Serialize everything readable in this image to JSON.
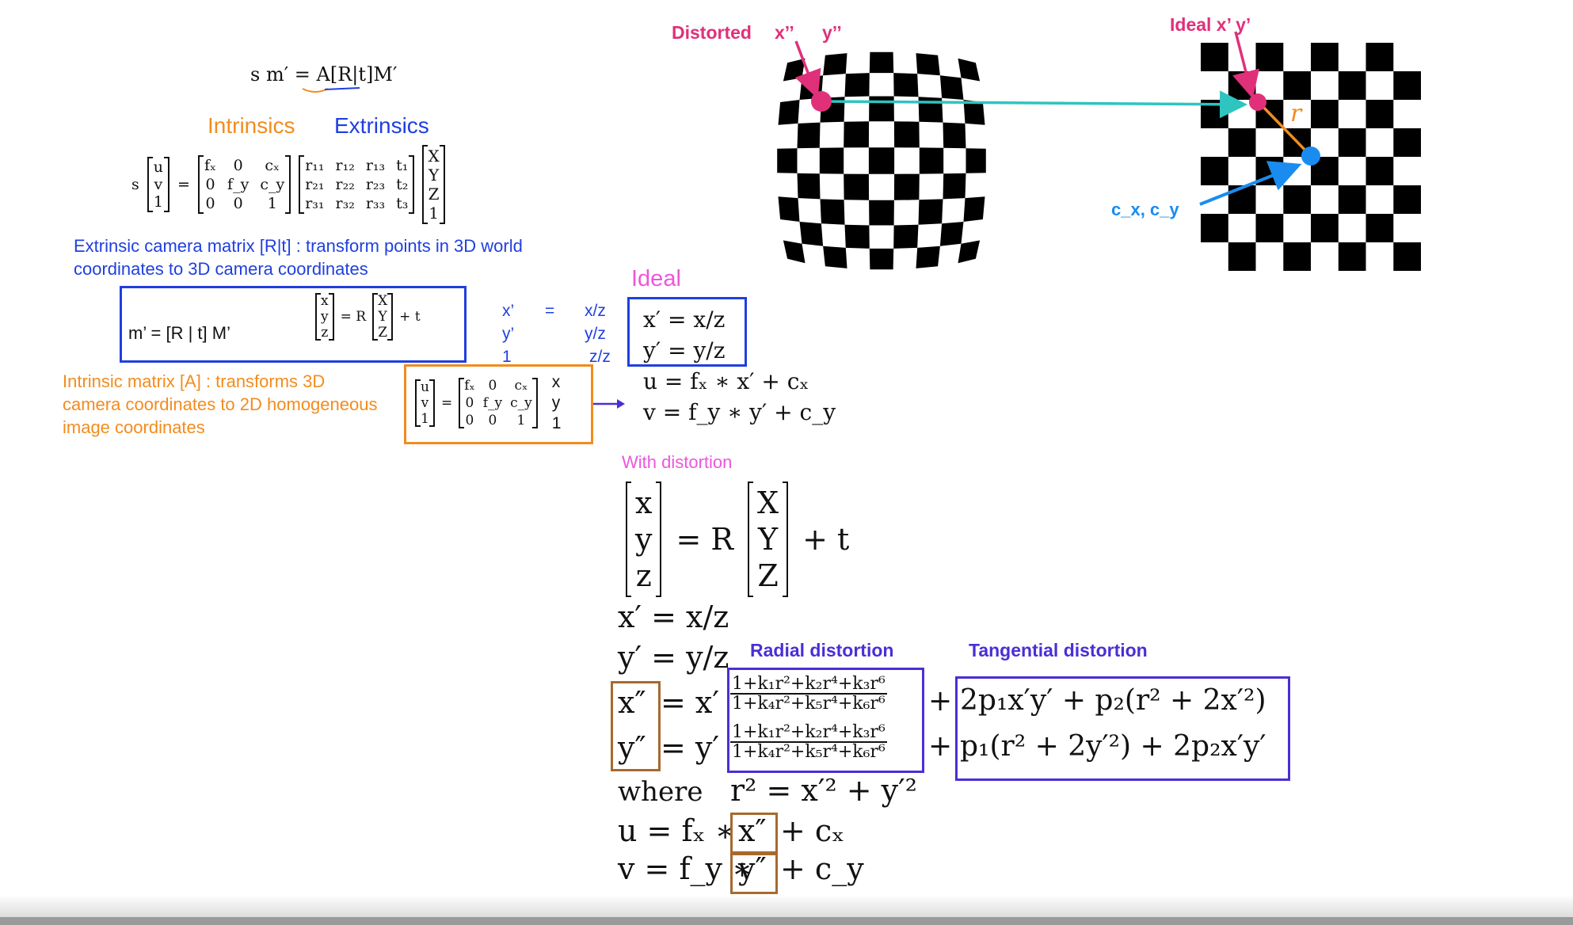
{
  "top_equation": "s m′ = A[R|t]M′",
  "intrinsics_label": "Intrinsics",
  "extrinsics_label": "Extrinsics",
  "eq1": {
    "s": "s",
    "uv1": [
      "u",
      "v",
      "1"
    ],
    "A": [
      "fₓ",
      "0",
      "cₓ",
      "0",
      "f_y",
      "c_y",
      "0",
      "0",
      "1"
    ],
    "Rt": [
      "r₁₁",
      "r₁₂",
      "r₁₃",
      "t₁",
      "r₂₁",
      "r₂₂",
      "r₂₃",
      "t₂",
      "r₃₁",
      "r₃₂",
      "r₃₃",
      "t₃"
    ],
    "XYZ1": [
      "X",
      "Y",
      "Z",
      "1"
    ]
  },
  "extrinsic_desc": "Extrinsic camera matrix [R|t] : transform points in 3D world coordinates to 3D camera coordinates",
  "m_eq": "m’ = [R | t] M’",
  "xyz_eq": {
    "left": [
      "x",
      "y",
      "z"
    ],
    "R": "= R",
    "right": [
      "X",
      "Y",
      "Z"
    ],
    "t": "+ t"
  },
  "div_table": {
    "col1": [
      "x’",
      "y’",
      "1"
    ],
    "eq": "=",
    "col2": [
      "x/z",
      "y/z",
      "z/z"
    ]
  },
  "intrinsic_desc": "Intrinsic matrix [A] : transforms 3D camera coordinates to 2D homogeneous image coordinates",
  "intrinsic_eq": {
    "left": [
      "u",
      "v",
      "1"
    ],
    "A": [
      "fₓ",
      "0",
      "cₓ",
      "0",
      "f_y",
      "c_y",
      "0",
      "0",
      "1"
    ],
    "right": [
      "x",
      "y",
      "1"
    ]
  },
  "ideal_label": "Ideal",
  "ideal_eqs": [
    "x′ = x/z",
    "y′ = y/z",
    "u = fₓ ∗ x′ + cₓ",
    "v = f_y ∗ y′ + c_y"
  ],
  "with_distortion_label": "With distortion",
  "dist": {
    "R_eq": "= R",
    "t": "+ t",
    "left": [
      "x",
      "y",
      "z"
    ],
    "right": [
      "X",
      "Y",
      "Z"
    ],
    "xprime": "x′ = x/z",
    "yprime": "y′ = y/z",
    "xdd": "x″",
    "ydd": "y″",
    "eq_x": "= x′",
    "eq_y": "= y′",
    "radial_num": "1+k₁r²+k₂r⁴+k₃r⁶",
    "radial_den": "1+k₄r²+k₅r⁴+k₆r⁶",
    "tang_x": "2p₁x′y′ + p₂(r² + 2x′²)",
    "tang_y": "p₁(r² + 2y′²) + 2p₂x′y′",
    "plus": "+",
    "where": "where",
    "r_eq": "r² = x′² + y′²",
    "u_pre": "u = fₓ ∗",
    "u_post": "+ cₓ",
    "v_pre": "v = f_y ∗",
    "v_post": "+ c_y"
  },
  "radial_label": "Radial distortion",
  "tangential_label": "Tangential distortion",
  "distorted_label": "Distorted",
  "distorted_x": "x’’",
  "distorted_y": "y’’",
  "ideal_xy_label": "Ideal x’ y’",
  "r_label": "r",
  "cxcy_label": "c_x, c_y",
  "colors": {
    "orange": "#f28c1e",
    "blue": "#1f3fe0",
    "pink": "#e0307a",
    "magenta": "#ee55dd",
    "purple": "#4a2fd6",
    "teal": "#2ec4c0",
    "brown": "#a66a2e",
    "sky": "#1a8cf0"
  }
}
